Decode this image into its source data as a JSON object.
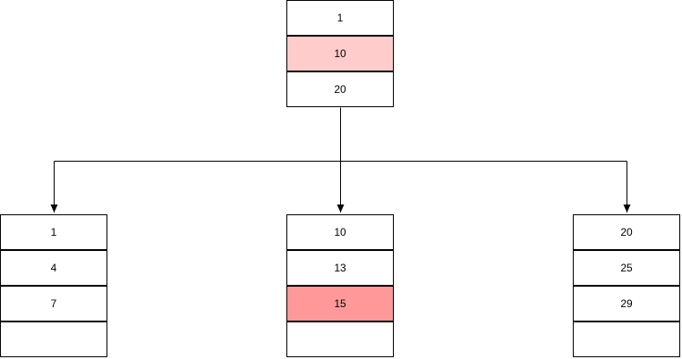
{
  "colors": {
    "border": "#000000",
    "cell_fill": "#ffffff",
    "highlight_light": "#ffcccc",
    "highlight_strong": "#ff9999",
    "edge": "#000000"
  },
  "root": {
    "cells": [
      {
        "label": "1",
        "highlight": "none"
      },
      {
        "label": "10",
        "highlight": "light"
      },
      {
        "label": "20",
        "highlight": "none"
      }
    ]
  },
  "children": [
    {
      "cells": [
        {
          "label": "1",
          "highlight": "none"
        },
        {
          "label": "4",
          "highlight": "none"
        },
        {
          "label": "7",
          "highlight": "none"
        },
        {
          "label": "",
          "highlight": "none"
        }
      ]
    },
    {
      "cells": [
        {
          "label": "10",
          "highlight": "none"
        },
        {
          "label": "13",
          "highlight": "none"
        },
        {
          "label": "15",
          "highlight": "strong"
        },
        {
          "label": "",
          "highlight": "none"
        }
      ]
    },
    {
      "cells": [
        {
          "label": "20",
          "highlight": "none"
        },
        {
          "label": "25",
          "highlight": "none"
        },
        {
          "label": "29",
          "highlight": "none"
        },
        {
          "label": "",
          "highlight": "none"
        }
      ]
    }
  ]
}
